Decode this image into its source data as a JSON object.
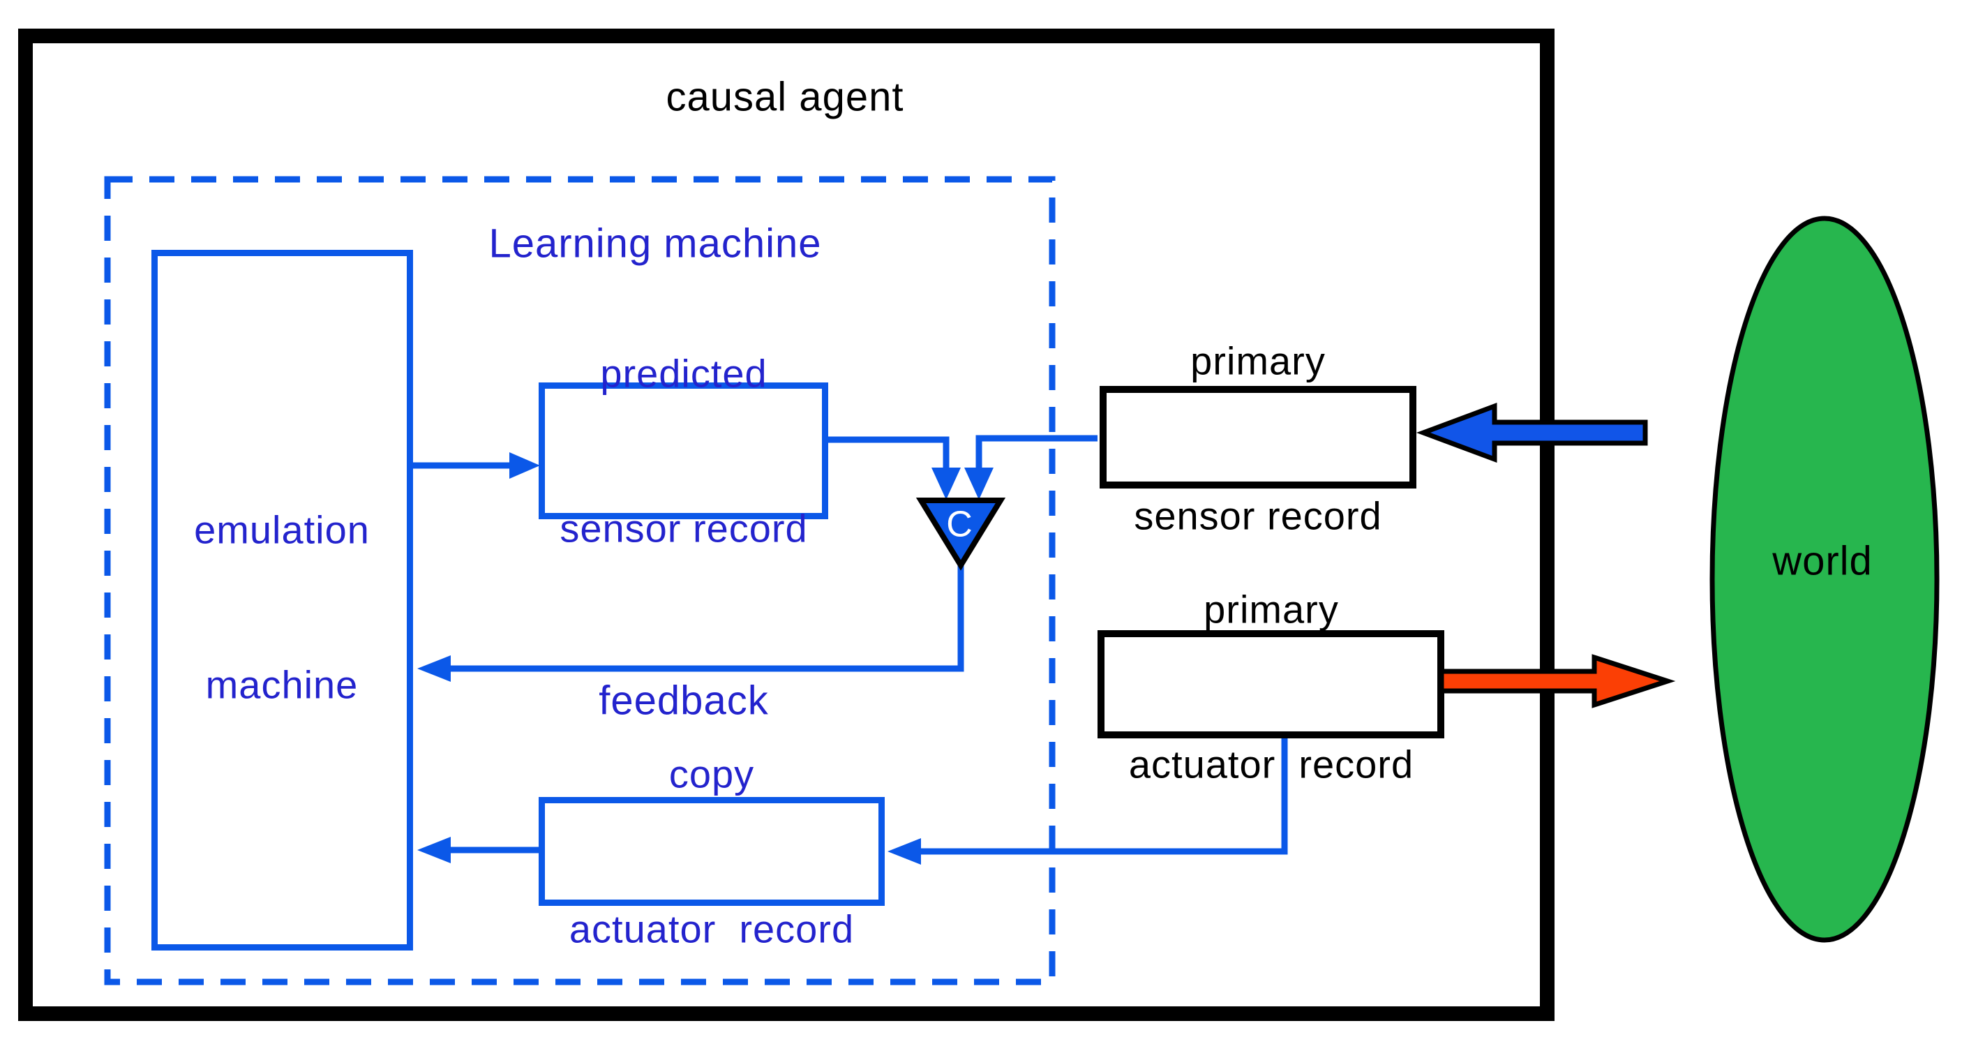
{
  "labels": {
    "causal_agent": "causal agent",
    "learning_machine": "Learning machine",
    "emulation_machine_line1": "emulation",
    "emulation_machine_line2": "machine",
    "predicted_sensor_line1": "predicted",
    "predicted_sensor_line2": "sensor record",
    "primary_sensor_line1": "primary",
    "primary_sensor_line2": "sensor record",
    "primary_actuator_line1": "primary",
    "primary_actuator_line2": "actuator  record",
    "copy_actuator_line1": "copy",
    "copy_actuator_line2": "actuator  record",
    "feedback": "feedback",
    "comparator": "C",
    "world": "world"
  },
  "colors": {
    "line_blue": "#0b58e8",
    "text_blue": "#2323cd",
    "arrow_blue": "#1155e8",
    "arrow_orange": "#fb3f05",
    "world_green": "#27b64e",
    "outline_black": "#000000",
    "background": "#ffffff"
  }
}
